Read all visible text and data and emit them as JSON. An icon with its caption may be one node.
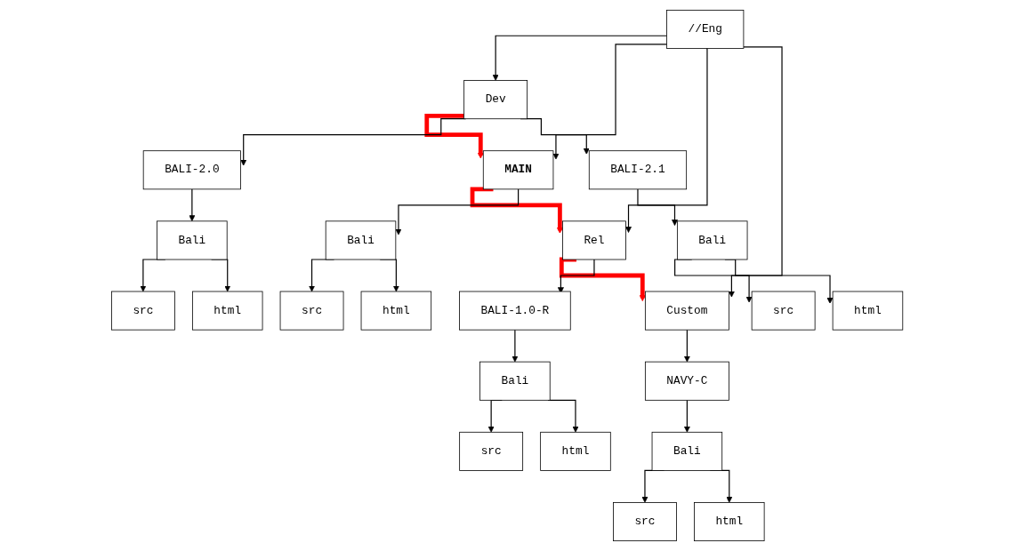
{
  "diagram": {
    "nodes": [
      {
        "text": [
          "//Eng"
        ]
      },
      {
        "text": [
          "Dev"
        ]
      },
      {
        "text": [
          "MAIN"
        ]
      },
      {
        "text": [
          "Rel"
        ]
      },
      {
        "text": [
          "Custom"
        ]
      },
      {
        "text": [
          "BALI-2.0"
        ]
      },
      {
        "text": [
          "BALI-2.1"
        ]
      },
      {
        "text": [
          "Bali"
        ]
      },
      {
        "text": [
          "src"
        ]
      },
      {
        "text": [
          "html"
        ]
      },
      {
        "text": [
          "Bali"
        ]
      },
      {
        "text": [
          "src"
        ]
      },
      {
        "text": [
          "html"
        ]
      },
      {
        "text": [
          "Bali"
        ]
      },
      {
        "text": [
          "src"
        ]
      },
      {
        "text": [
          "html"
        ]
      },
      {
        "text": [
          "BALI-1.0-R"
        ]
      },
      {
        "text": [
          "Bali"
        ]
      },
      {
        "text": [
          "src"
        ]
      },
      {
        "text": [
          "html"
        ]
      },
      {
        "text": [
          "NAVY-C"
        ]
      },
      {
        "text": [
          "Bali"
        ]
      },
      {
        "text": [
          "src"
        ]
      },
      {
        "text": [
          "html"
        ]
      }
    ],
    "edges": [
      {
        "from": 0,
        "to": 1,
        "arrow": "to"
      },
      {
        "from": 0,
        "to": 2,
        "arrow": "to"
      },
      {
        "from": 0,
        "to": 3,
        "arrow": "to"
      },
      {
        "from": 0,
        "to": 4,
        "arrow": "to"
      },
      {
        "from": 1,
        "to": 2,
        "arrow": "to",
        "style": "thick",
        "color": "#ff0000"
      },
      {
        "from": 2,
        "to": 3,
        "arrow": "to",
        "style": "thick",
        "color": "#ff0000"
      },
      {
        "from": 3,
        "to": 4,
        "arrow": "to",
        "style": "thick",
        "color": "#ff0000"
      },
      {
        "from": 1,
        "to": 5,
        "arrow": "to"
      },
      {
        "from": 1,
        "to": 6,
        "arrow": "to"
      },
      {
        "from": 5,
        "to": 7,
        "arrow": "to"
      },
      {
        "from": 7,
        "to": 8,
        "arrow": "to"
      },
      {
        "from": 7,
        "to": 9,
        "arrow": "to"
      },
      {
        "from": 6,
        "to": 10,
        "arrow": "to"
      },
      {
        "from": 10,
        "to": 11,
        "arrow": "to"
      },
      {
        "from": 10,
        "to": 12,
        "arrow": "to"
      },
      {
        "from": 2,
        "to": 13,
        "arrow": "to"
      },
      {
        "from": 13,
        "to": 14,
        "arrow": "to"
      },
      {
        "from": 13,
        "to": 15,
        "arrow": "to"
      },
      {
        "from": 3,
        "to": 16,
        "arrow": "to"
      },
      {
        "from": 16,
        "to": 17,
        "arrow": "to"
      },
      {
        "from": 17,
        "to": 18,
        "arrow": "to"
      },
      {
        "from": 17,
        "to": 19,
        "arrow": "to"
      },
      {
        "from": 4,
        "to": 20,
        "arrow": "to"
      },
      {
        "from": 20,
        "to": 21,
        "arrow": "to"
      },
      {
        "from": 21,
        "to": 22,
        "arrow": "to"
      },
      {
        "from": 21,
        "to": 23,
        "arrow": "to"
      }
    ]
  }
}
